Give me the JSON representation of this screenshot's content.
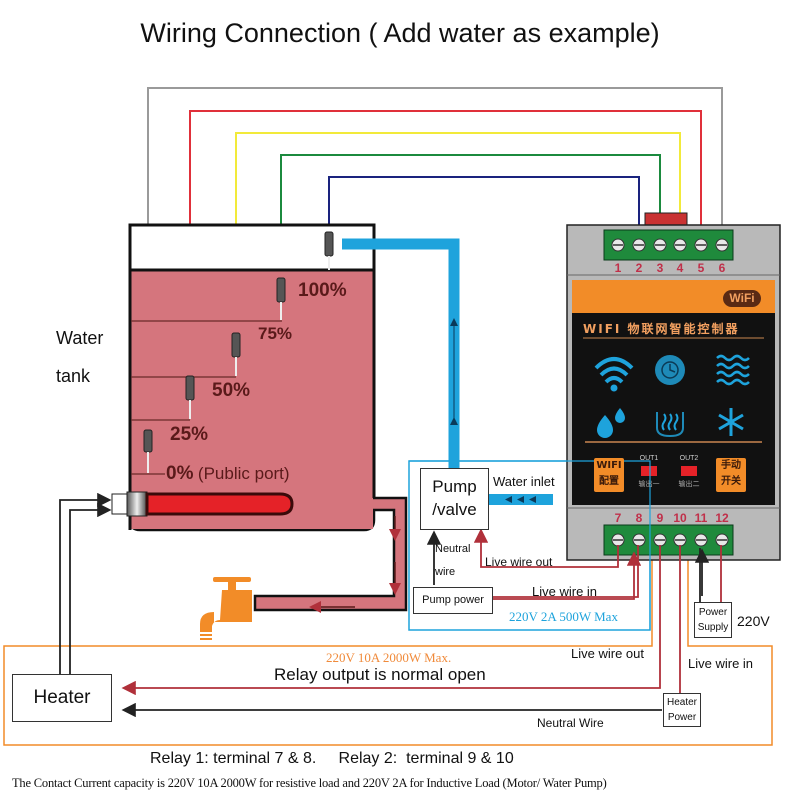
{
  "title": "Wiring Connection ( Add water as example)",
  "tank": {
    "label_line1": "Water",
    "label_line2": "tank",
    "levels": [
      {
        "label": "100%",
        "wire_color": "#1a237e",
        "terminal": 2
      },
      {
        "label": "75%",
        "wire_color": "#1b8a3e",
        "terminal": 3
      },
      {
        "label": "50%",
        "wire_color": "#f2ea3a",
        "terminal": 4
      },
      {
        "label": "25%",
        "wire_color": "#e0303a",
        "terminal": 5
      },
      {
        "label": "0%",
        "suffix": "(Public port)",
        "wire_color": "#9a9a9a",
        "terminal": 6
      }
    ],
    "water_color": "#d5757d"
  },
  "device": {
    "brand_badge": "WiFi",
    "banner_text": "WIFI 物联网智能控制器",
    "top_terminals": [
      "1",
      "2",
      "3",
      "4",
      "5",
      "6"
    ],
    "bottom_terminals": [
      "7",
      "8",
      "9",
      "10",
      "11",
      "12"
    ],
    "icons": [
      "wifi-icon",
      "clock-icon",
      "waves-icon",
      "water-drops-icon",
      "heating-icon",
      "snowflake-icon"
    ],
    "wifi_button": {
      "line1": "WIFI",
      "line2": "配置"
    },
    "manual_button": {
      "line1": "手动",
      "line2": "开关"
    },
    "out1": {
      "label": "OUT1",
      "sub": "输出一"
    },
    "out2": {
      "label": "OUT2",
      "sub": "输出二"
    },
    "accent_color": "#f28c28",
    "terminal_color": "#1f8a3c"
  },
  "pump": {
    "label_line1": "Pump",
    "label_line2": "/valve",
    "water_inlet": "Water inlet",
    "neutral_line1": "Neutral",
    "neutral_line2": "wire",
    "live_out": "Live wire out",
    "live_in": "Live wire in",
    "power_label": "Pump power",
    "rating": "220V 2A 500W Max"
  },
  "heater": {
    "label": "Heater",
    "rating": "220V 10A 2000W Max.",
    "relay_note": "Relay output is normal open",
    "live_out": "Live wire out",
    "live_in": "Live wire in",
    "neutral": "Neutral Wire",
    "power_line1": "Heater",
    "power_line2": "Power"
  },
  "power_supply": {
    "line1": "Power",
    "line2": "Supply",
    "voltage": "220V"
  },
  "footer": {
    "relays": "Relay 1: terminal 7 & 8.     Relay 2:  terminal 9 & 10",
    "capacity": "The Contact Current capacity is 220V 10A 2000W for resistive load and 220V 2A for Inductive Load (Motor/ Water Pump)"
  }
}
